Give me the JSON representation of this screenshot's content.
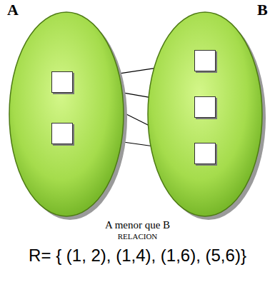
{
  "diagram": {
    "nodes": [
      {
        "text": [
          "A"
        ]
      },
      {
        "text": [],
        "in": 0
      },
      {
        "text": [],
        "in": 0
      },
      {
        "text": [
          "B"
        ]
      },
      {
        "text": [],
        "in": 3
      },
      {
        "text": [],
        "in": 3
      },
      {
        "text": [],
        "in": 3
      }
    ],
    "edges": [
      {
        "from": 1,
        "to": 4,
        "arrow": "to"
      },
      {
        "from": 1,
        "to": 5,
        "arrow": "to"
      },
      {
        "from": 1,
        "to": 6,
        "arrow": "to"
      },
      {
        "from": 2,
        "to": 6,
        "arrow": "to"
      }
    ],
    "labels": [
      "A menor que B",
      "RELACION",
      "R= { (1, 2), (1,4), (1,6), (5,6)}"
    ]
  }
}
